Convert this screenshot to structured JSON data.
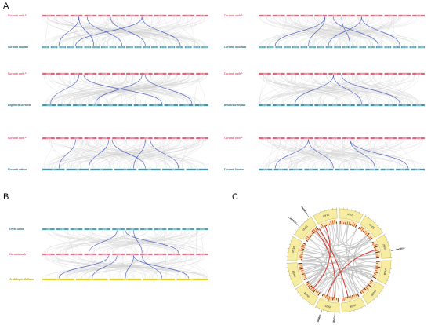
{
  "panels": {
    "a": "A",
    "b": "B",
    "c": "C"
  },
  "colors": {
    "melo": "#e0506e",
    "melo_bg": "#f7c6d2",
    "other": "#2d8a9c",
    "other_bg": "#a9dbe4",
    "arabidopsis": "#d9c400",
    "arabidopsis_bg": "#f5ee9a",
    "link_grey": "#cfcfcf",
    "link_blue": "#3b4fb8",
    "circos_fill": "#f6eca2",
    "circos_red": "#d23a2c"
  },
  "plots": [
    {
      "key": "a1",
      "top_species": "Cucumis melo",
      "top_species_suffix": "L.",
      "bottom_species": "Cucumis maxima",
      "top_chrs": [
        "chr01",
        "chr02",
        "chr03",
        "chr04",
        "chr05",
        "chr06",
        "chr07",
        "chr08",
        "chr09",
        "chr10",
        "chr11",
        "chr12"
      ],
      "bottom_chrs": [
        "Chr01",
        "Chr02",
        "Chr03",
        "Chr04",
        "Chr05",
        "Chr06",
        "Chr07",
        "Chr08",
        "Chr09",
        "Chr10",
        "Chr11",
        "Chr12",
        "Chr13",
        "Chr14",
        "Chr15",
        "Chr16",
        "Chr17",
        "Chr18",
        "Chr19",
        "Chr20"
      ],
      "links": [
        [
          0.22,
          0.1
        ],
        [
          0.22,
          0.31
        ],
        [
          0.41,
          0.62
        ],
        [
          0.6,
          0.83
        ],
        [
          0.6,
          0.2
        ],
        [
          0.27,
          0.48
        ]
      ]
    },
    {
      "key": "a2",
      "top_species": "Cucumis melo",
      "top_species_suffix": "L.",
      "bottom_species": "Cucumis moschata",
      "top_chrs": [
        "chr01",
        "chr02",
        "chr03",
        "chr04",
        "chr05",
        "chr06",
        "chr07",
        "chr08",
        "chr09",
        "chr10",
        "chr11",
        "chr12"
      ],
      "bottom_chrs": [
        "Chr01",
        "Chr02",
        "Chr03",
        "Chr04",
        "Chr05",
        "Chr06",
        "Chr07",
        "Chr08",
        "Chr09",
        "Chr10",
        "Chr11",
        "Chr12",
        "Chr13",
        "Chr14",
        "Chr15",
        "Chr16",
        "Chr17",
        "Chr18",
        "Chr19",
        "Chr20"
      ],
      "links": [
        [
          0.4,
          0.1
        ],
        [
          0.4,
          0.3
        ],
        [
          0.5,
          0.55
        ],
        [
          0.62,
          0.85
        ],
        [
          0.62,
          0.42
        ],
        [
          0.45,
          0.72
        ]
      ]
    },
    {
      "key": "a3",
      "top_species": "Cucumis melo",
      "top_species_suffix": "L.",
      "bottom_species": "Lagenaria siceraria",
      "top_chrs": [
        "chr01",
        "chr02",
        "chr03",
        "chr04",
        "chr05",
        "chr06",
        "chr07",
        "chr08",
        "chr09",
        "chr10",
        "chr11",
        "chr12"
      ],
      "bottom_chrs": [
        "Chr01",
        "Chr02",
        "Chr03",
        "Chr04",
        "Chr05",
        "Chr06",
        "Chr07",
        "Chr08",
        "Chr09",
        "Chr10",
        "Chr11"
      ],
      "links": [
        [
          0.22,
          0.05
        ],
        [
          0.6,
          0.32
        ],
        [
          0.25,
          0.72
        ],
        [
          0.62,
          0.9
        ]
      ]
    },
    {
      "key": "a4",
      "top_species": "Cucumis melo",
      "top_species_suffix": "L.",
      "bottom_species": "Benincasa hispida",
      "top_chrs": [
        "chr01",
        "chr02",
        "chr03",
        "chr04",
        "chr05",
        "chr06",
        "chr07",
        "chr08",
        "chr09",
        "chr10",
        "chr11",
        "chr12"
      ],
      "bottom_chrs": [
        "Chr01",
        "Chr02",
        "Chr03",
        "Chr04",
        "Chr05",
        "Chr06",
        "Chr07",
        "Chr08",
        "Chr09",
        "Chr10",
        "Chr11",
        "Chr12"
      ],
      "links": [
        [
          0.45,
          0.22
        ],
        [
          0.45,
          0.62
        ],
        [
          0.5,
          0.85
        ]
      ]
    },
    {
      "key": "a5",
      "top_species": "Cucumis melo",
      "top_species_suffix": "L.",
      "bottom_species": "Cucumis sativus",
      "top_chrs": [
        "chr01",
        "chr02",
        "chr03",
        "chr04",
        "chr05",
        "chr06",
        "chr07",
        "chr08",
        "chr09",
        "chr10",
        "chr11",
        "chr12"
      ],
      "bottom_chrs": [
        "chr1",
        "chr2",
        "chr3",
        "chr4",
        "chr5",
        "chr6",
        "chr7"
      ],
      "links": [
        [
          0.2,
          0.1
        ],
        [
          0.4,
          0.28
        ],
        [
          0.42,
          0.62
        ],
        [
          0.62,
          0.55
        ],
        [
          0.65,
          0.82
        ]
      ]
    },
    {
      "key": "a6",
      "top_species": "Cucumis melo",
      "top_species_suffix": "L.",
      "bottom_species": "Cucumis lanatus",
      "top_chrs": [
        "chr01",
        "chr02",
        "chr03",
        "chr04",
        "chr05",
        "chr06",
        "chr07",
        "chr08",
        "chr09",
        "chr10",
        "chr11",
        "chr12"
      ],
      "bottom_chrs": [
        "Chr01",
        "Chr02",
        "Chr03",
        "Chr04",
        "Chr05",
        "Chr06",
        "Chr07",
        "Chr08",
        "Chr09",
        "Chr10",
        "Chr11"
      ],
      "links": [
        [
          0.3,
          0.1
        ],
        [
          0.3,
          0.45
        ],
        [
          0.55,
          0.7
        ],
        [
          0.55,
          0.9
        ]
      ]
    }
  ],
  "panel_b": {
    "species_1": "Oryza sativa",
    "species_2": "Cucumis melo",
    "species_2_suffix": "L.",
    "species_3": "Arabidopsis thaliana",
    "rice_chrs": [
      "Chr1",
      "Chr2",
      "Chr3",
      "Chr4",
      "Chr5",
      "Chr6",
      "Chr7",
      "Chr8",
      "Chr9",
      "Chr10",
      "Chr11",
      "Chr12"
    ],
    "melo_chrs": [
      "chr01",
      "chr02",
      "chr03",
      "chr04",
      "chr05",
      "chr06",
      "chr07",
      "chr08",
      "chr09",
      "chr10",
      "chr11",
      "chr12"
    ],
    "ath_chrs": [
      "Chr1",
      "Chr2",
      "Chr3",
      "Chr4",
      "Chr5"
    ],
    "links_top": [
      [
        0.45,
        0.28
      ],
      [
        0.55,
        0.6
      ],
      [
        0.5,
        0.82
      ]
    ],
    "links_bottom": [
      [
        0.4,
        0.1
      ],
      [
        0.45,
        0.3
      ],
      [
        0.55,
        0.5
      ],
      [
        0.6,
        0.72
      ],
      [
        0.55,
        0.88
      ]
    ]
  },
  "panel_c": {
    "chromosomes": [
      "chr01",
      "chr02",
      "chr03",
      "chr04",
      "chr05",
      "chr06",
      "chr07",
      "chr08",
      "chr09",
      "chr10",
      "chr11",
      "chr12"
    ],
    "genes": [
      "CmSRS1",
      "CmSRS2",
      "CmSRS3",
      "CmSRS4",
      "CmSRS5"
    ]
  }
}
